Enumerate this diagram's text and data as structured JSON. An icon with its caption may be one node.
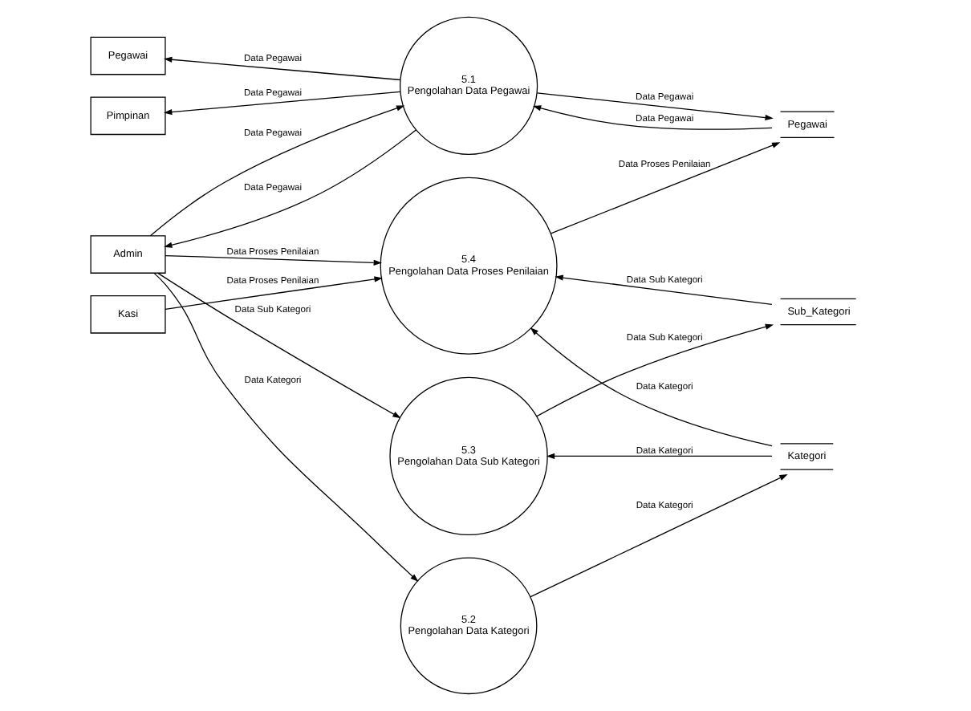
{
  "diagram": {
    "nodes": [
      {
        "text": [
          "Admin"
        ]
      },
      {
        "text": [
          "Pegawai"
        ]
      },
      {
        "text": [
          "Kasi"
        ]
      },
      {
        "text": [
          "Pimpinan"
        ]
      },
      {
        "text": [
          "5.1",
          "Pengolahan Data Pegawai"
        ]
      },
      {
        "text": [
          "5.2",
          "Pengolahan Data Kategori"
        ]
      },
      {
        "text": [
          "5.3",
          "Pengolahan Data Sub Kategori"
        ]
      },
      {
        "text": [
          "5.4",
          "Pengolahan Data Proses Penilaian"
        ]
      },
      {
        "text": [
          "Pegawai"
        ]
      },
      {
        "text": [
          "Kategori"
        ]
      },
      {
        "text": [
          "Sub_Kategori"
        ]
      }
    ],
    "edges": [
      {
        "from": 4,
        "to": 0,
        "arrow": "to",
        "label": "Data Pegawai"
      },
      {
        "from": 4,
        "to": 1,
        "arrow": "to",
        "label": "Data Pegawai"
      },
      {
        "from": 0,
        "to": 4,
        "arrow": "to",
        "label": "Data Pegawai"
      },
      {
        "from": 4,
        "to": 3,
        "arrow": "to",
        "label": "Data Pegawai"
      },
      {
        "from": 4,
        "to": 8,
        "arrow": "to",
        "label": "Data Pegawai"
      },
      {
        "from": 8,
        "to": 4,
        "arrow": "to",
        "label": "Data Pegawai"
      },
      {
        "from": 0,
        "to": 5,
        "arrow": "to",
        "label": "Data Kategori"
      },
      {
        "from": 5,
        "to": 9,
        "arrow": "to",
        "label": "Data Kategori"
      },
      {
        "from": 9,
        "to": 6,
        "arrow": "to",
        "label": "Data Kategori"
      },
      {
        "from": 0,
        "to": 6,
        "arrow": "to",
        "label": "Data Sub Kategori"
      },
      {
        "from": 6,
        "to": 10,
        "arrow": "to",
        "label": "Data Sub Kategori"
      },
      {
        "from": 10,
        "to": 7,
        "arrow": "to",
        "label": "Data Sub Kategori"
      },
      {
        "from": 0,
        "to": 7,
        "arrow": "to",
        "label": "Data Proses Penilaian"
      },
      {
        "from": 7,
        "to": 8,
        "arrow": "to",
        "label": "Data Proses Penilaian"
      },
      {
        "from": 2,
        "to": 7,
        "arrow": "to",
        "label": "Data Proses Penilaian"
      },
      {
        "from": 9,
        "to": 7,
        "arrow": "to",
        "label": "Data Kategori"
      }
    ]
  }
}
